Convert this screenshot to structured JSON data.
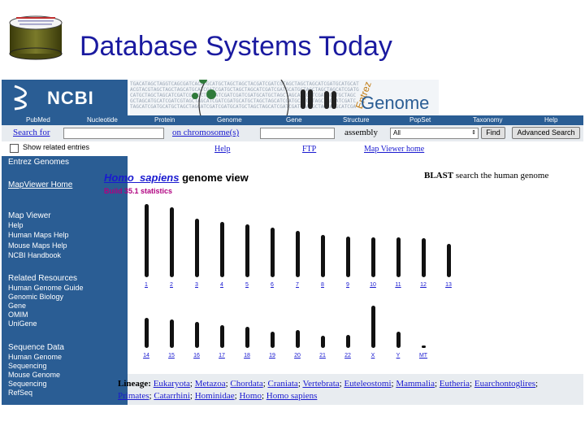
{
  "slide": {
    "title": "Database Systems Today"
  },
  "db_icon": {
    "label_lines": [
      "",
      "",
      ""
    ]
  },
  "ncbi": {
    "logo_text": "NCBI",
    "banner_word": "Genome",
    "banner_small": "Entrez",
    "nav": [
      "PubMed",
      "Nucleotide",
      "Protein",
      "Genome",
      "Gene",
      "Structure",
      "PopSet",
      "Taxonomy",
      "Help"
    ]
  },
  "search": {
    "search_for_label": "Search for",
    "search_value": "",
    "on_chrom_label": "on chromosome(s)",
    "chrom_value": "",
    "assembly_label": "assembly",
    "assembly_selected": "All",
    "find_button": "Find",
    "advanced_button": "Advanced Search",
    "show_related": "Show related entries",
    "help_link": "Help",
    "ftp_link": "FTP",
    "mapviewer_home_link": "Map Viewer home"
  },
  "sidebar": {
    "top": [
      "Entrez Genomes",
      "MapViewer Home"
    ],
    "map_viewer_head": "Map Viewer",
    "map_viewer_items": [
      "Help",
      "Human Maps Help",
      "Mouse Maps Help",
      "NCBI Handbook"
    ],
    "related_head": "Related Resources",
    "related_items": [
      "Human Genome Guide",
      "Genomic Biology",
      "Gene",
      "OMIM",
      "UniGene"
    ],
    "sequence_head": "Sequence Data",
    "sequence_items": [
      "Human Genome",
      "Sequencing",
      "Mouse Genome",
      "Sequencing",
      "RefSeq"
    ]
  },
  "main": {
    "species": "Homo_sapiens",
    "view_label": "genome view",
    "build": "Build 35.1 statistics",
    "blast_bold": "BLAST",
    "blast_rest": "search the human genome"
  },
  "chromosomes": {
    "row1": [
      {
        "label": "1",
        "length": 1.0
      },
      {
        "label": "2",
        "length": 0.96
      },
      {
        "label": "3",
        "length": 0.8
      },
      {
        "label": "4",
        "length": 0.76
      },
      {
        "label": "5",
        "length": 0.72
      },
      {
        "label": "6",
        "length": 0.68
      },
      {
        "label": "7",
        "length": 0.63
      },
      {
        "label": "8",
        "length": 0.58
      },
      {
        "label": "9",
        "length": 0.56
      },
      {
        "label": "10",
        "length": 0.54
      },
      {
        "label": "11",
        "length": 0.54
      },
      {
        "label": "12",
        "length": 0.53
      },
      {
        "label": "13",
        "length": 0.46
      }
    ],
    "row2": [
      {
        "label": "14",
        "length": 0.43
      },
      {
        "label": "15",
        "length": 0.41
      },
      {
        "label": "16",
        "length": 0.37
      },
      {
        "label": "17",
        "length": 0.33
      },
      {
        "label": "18",
        "length": 0.31
      },
      {
        "label": "19",
        "length": 0.24
      },
      {
        "label": "20",
        "length": 0.26
      },
      {
        "label": "21",
        "length": 0.18
      },
      {
        "label": "22",
        "length": 0.19
      },
      {
        "label": "X",
        "length": 0.61
      },
      {
        "label": "Y",
        "length": 0.23
      },
      {
        "label": "MT",
        "length": 0.03
      }
    ]
  },
  "lineage": {
    "label": "Lineage:",
    "items": [
      "Eukaryota",
      "Metazoa",
      "Chordata",
      "Craniata",
      "Vertebrata",
      "Euteleostomi",
      "Mammalia",
      "Eutheria",
      "Euarchontoglires",
      "Primates",
      "Catarrhini",
      "Hominidae",
      "Homo",
      "Homo sapiens"
    ]
  },
  "colors": {
    "ncbi_blue": "#2a5d94",
    "title_blue": "#1a1aa0",
    "link_blue": "#1a1ad0"
  }
}
